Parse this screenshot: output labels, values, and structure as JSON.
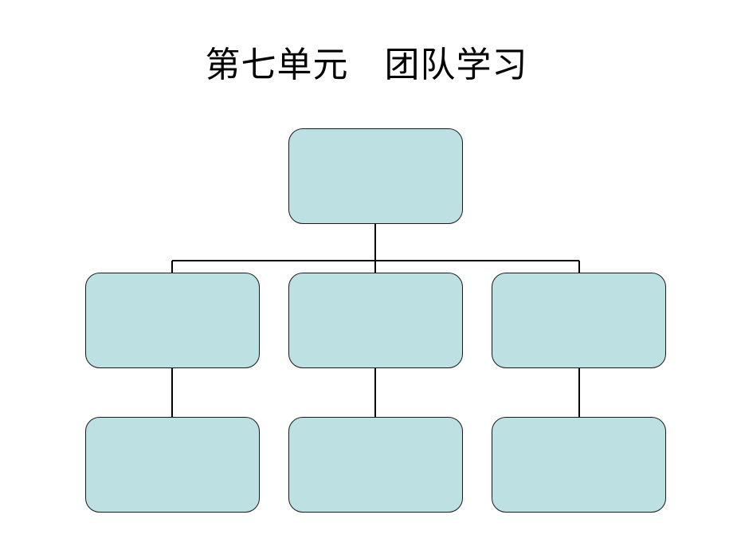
{
  "slide": {
    "title": "第七单元　团队学习"
  },
  "org_chart": {
    "node_fill": "#bde0e2",
    "node_border": "#1a1a1a",
    "connector_color": "#000000",
    "levels": [
      [
        "root"
      ],
      [
        "child-1",
        "child-2",
        "child-3"
      ],
      [
        "grandchild-1",
        "grandchild-2",
        "grandchild-3"
      ]
    ]
  }
}
